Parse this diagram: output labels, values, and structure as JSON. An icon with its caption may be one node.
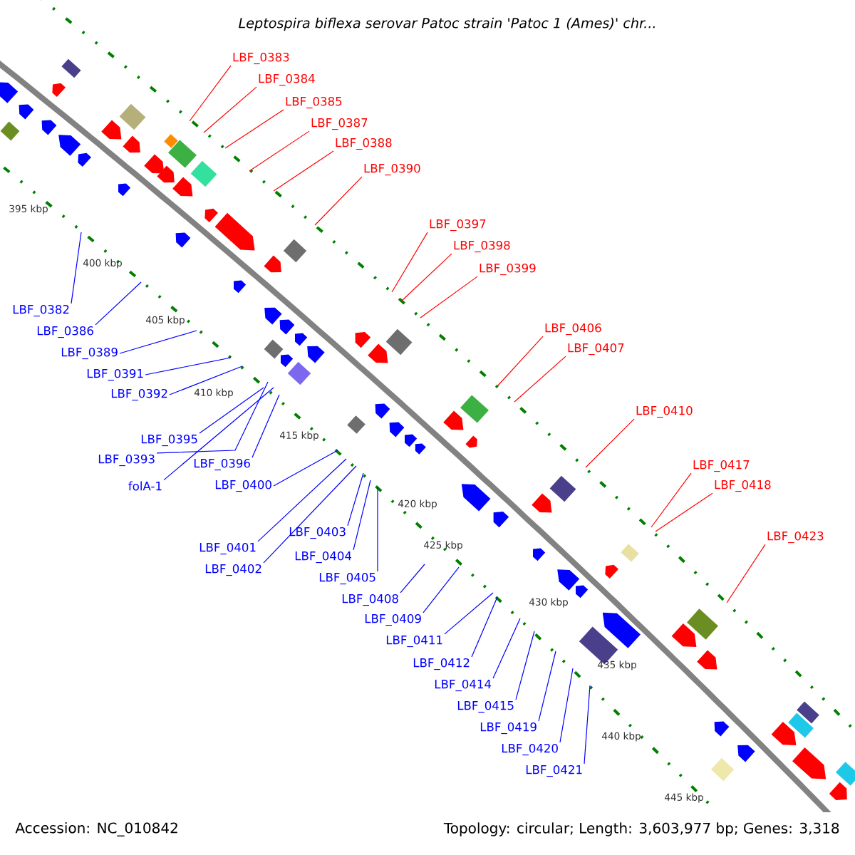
{
  "diagram": {
    "title": "Leptospira biflexa serovar Patoc strain 'Patoc 1 (Ames)' chr...",
    "nodes": [
      {
        "text": [
          "LBF_0383"
        ]
      },
      {
        "text": [
          "LBF_0384"
        ]
      },
      {
        "text": [
          "LBF_0385"
        ]
      },
      {
        "text": [
          "LBF_0387"
        ]
      },
      {
        "text": [
          "LBF_0388"
        ]
      },
      {
        "text": [
          "LBF_0390"
        ]
      },
      {
        "text": [
          "LBF_0397"
        ]
      },
      {
        "text": [
          "LBF_0398"
        ]
      },
      {
        "text": [
          "LBF_0399"
        ]
      },
      {
        "text": [
          "LBF_0406"
        ]
      },
      {
        "text": [
          "LBF_0407"
        ]
      },
      {
        "text": [
          "LBF_0410"
        ]
      },
      {
        "text": [
          "LBF_0417"
        ]
      },
      {
        "text": [
          "LBF_0418"
        ]
      },
      {
        "text": [
          "LBF_0423"
        ]
      },
      {
        "text": [
          "LBF_0382"
        ]
      },
      {
        "text": [
          "LBF_0386"
        ]
      },
      {
        "text": [
          "LBF_0389"
        ]
      },
      {
        "text": [
          "LBF_0391"
        ]
      },
      {
        "text": [
          "LBF_0392"
        ]
      },
      {
        "text": [
          "LBF_0395"
        ]
      },
      {
        "text": [
          "LBF_0393"
        ]
      },
      {
        "text": [
          "LBF_0396"
        ]
      },
      {
        "text": [
          "folA-1"
        ]
      },
      {
        "text": [
          "LBF_0400"
        ]
      },
      {
        "text": [
          "LBF_0403"
        ]
      },
      {
        "text": [
          "LBF_0401"
        ]
      },
      {
        "text": [
          "LBF_0404"
        ]
      },
      {
        "text": [
          "LBF_0402"
        ]
      },
      {
        "text": [
          "LBF_0405"
        ]
      },
      {
        "text": [
          "LBF_0408"
        ]
      },
      {
        "text": [
          "LBF_0409"
        ]
      },
      {
        "text": [
          "LBF_0411"
        ]
      },
      {
        "text": [
          "LBF_0412"
        ]
      },
      {
        "text": [
          "LBF_0414"
        ]
      },
      {
        "text": [
          "LBF_0415"
        ]
      },
      {
        "text": [
          "LBF_0419"
        ]
      },
      {
        "text": [
          "LBF_0420"
        ]
      },
      {
        "text": [
          "LBF_0421"
        ]
      }
    ],
    "edges": [
      {
        "from": 0,
        "to": null,
        "arrow": "none",
        "color": "#ff0000"
      },
      {
        "from": 1,
        "to": null,
        "arrow": "none",
        "color": "#ff0000"
      },
      {
        "from": 2,
        "to": null,
        "arrow": "none",
        "color": "#ff0000"
      },
      {
        "from": 3,
        "to": null,
        "arrow": "none",
        "color": "#ff0000"
      },
      {
        "from": 4,
        "to": null,
        "arrow": "none",
        "color": "#ff0000"
      },
      {
        "from": 5,
        "to": null,
        "arrow": "none",
        "color": "#ff0000"
      },
      {
        "from": 6,
        "to": null,
        "arrow": "none",
        "color": "#ff0000"
      },
      {
        "from": 7,
        "to": null,
        "arrow": "none",
        "color": "#ff0000"
      },
      {
        "from": 8,
        "to": null,
        "arrow": "none",
        "color": "#ff0000"
      },
      {
        "from": 9,
        "to": null,
        "arrow": "none",
        "color": "#ff0000"
      },
      {
        "from": 10,
        "to": null,
        "arrow": "none",
        "color": "#ff0000"
      },
      {
        "from": 11,
        "to": null,
        "arrow": "none",
        "color": "#ff0000"
      },
      {
        "from": 12,
        "to": null,
        "arrow": "none",
        "color": "#ff0000"
      },
      {
        "from": 13,
        "to": null,
        "arrow": "none",
        "color": "#ff0000"
      },
      {
        "from": 14,
        "to": null,
        "arrow": "none",
        "color": "#ff0000"
      },
      {
        "from": 15,
        "to": null,
        "arrow": "none"
      },
      {
        "from": 16,
        "to": null,
        "arrow": "none"
      },
      {
        "from": 17,
        "to": null,
        "arrow": "none"
      },
      {
        "from": 18,
        "to": null,
        "arrow": "none"
      },
      {
        "from": 19,
        "to": null,
        "arrow": "none"
      },
      {
        "from": 20,
        "to": null,
        "arrow": "none"
      },
      {
        "from": 21,
        "to": null,
        "arrow": "none"
      },
      {
        "from": 22,
        "to": null,
        "arrow": "none"
      },
      {
        "from": 23,
        "to": null,
        "arrow": "none"
      },
      {
        "from": 24,
        "to": null,
        "arrow": "none"
      },
      {
        "from": 25,
        "to": null,
        "arrow": "none"
      },
      {
        "from": 26,
        "to": null,
        "arrow": "none"
      },
      {
        "from": 27,
        "to": null,
        "arrow": "none"
      },
      {
        "from": 28,
        "to": null,
        "arrow": "none"
      },
      {
        "from": 29,
        "to": null,
        "arrow": "none"
      },
      {
        "from": 30,
        "to": null,
        "arrow": "none"
      },
      {
        "from": 31,
        "to": null,
        "arrow": "none"
      },
      {
        "from": 32,
        "to": null,
        "arrow": "none"
      },
      {
        "from": 33,
        "to": null,
        "arrow": "none"
      },
      {
        "from": 34,
        "to": null,
        "arrow": "none"
      },
      {
        "from": 35,
        "to": null,
        "arrow": "none"
      },
      {
        "from": 36,
        "to": null,
        "arrow": "none"
      },
      {
        "from": 37,
        "to": null,
        "arrow": "none"
      },
      {
        "from": 38,
        "to": null,
        "arrow": "none"
      }
    ],
    "labels": [
      "395 kbp",
      "400 kbp",
      "405 kbp",
      "410 kbp",
      "415 kbp",
      "420 kbp",
      "425 kbp",
      "430 kbp",
      "435 kbp",
      "440 kbp",
      "445 kbp",
      "Accession: NC_010842",
      "Topology: circular; Length: 3,603,977 bp; Genes: 3,318"
    ]
  }
}
